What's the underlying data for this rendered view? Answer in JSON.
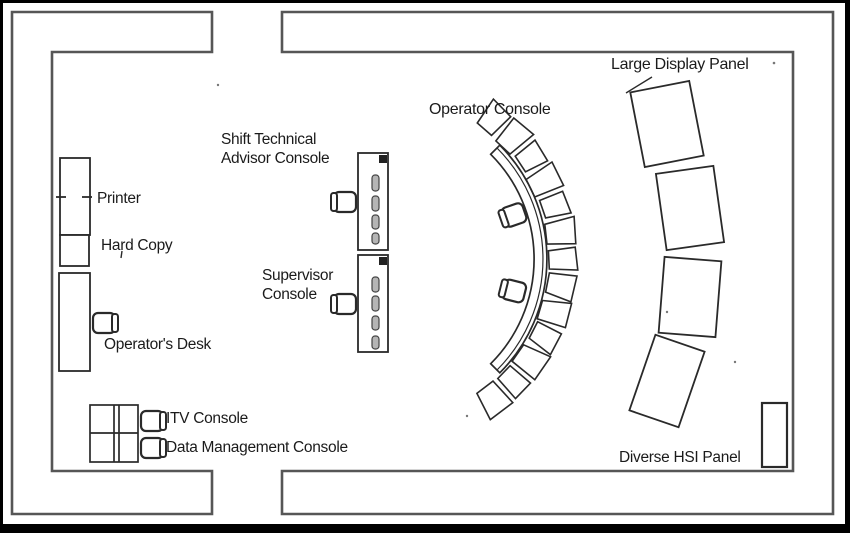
{
  "diagram": {
    "title": "Control room layout floor plan",
    "labels": {
      "printer": "Printer",
      "hard_copy": "Hard Copy",
      "operators_desk": "Operator's Desk",
      "itv_console": "ITV Console",
      "data_management_console": "Data Management Console",
      "shift_technical_advisor_line1": "Shift Technical",
      "shift_technical_advisor_line2": "Advisor Console",
      "supervisor_line1": "Supervisor",
      "supervisor_line2": "Console",
      "operator_console": "Operator Console",
      "large_display_panel": "Large Display Panel",
      "diverse_hsi_panel": "Diverse HSI Panel"
    },
    "colors": {
      "background": "#ffffff",
      "frame": "#000000",
      "wall": "#565656",
      "line": "#2a2a2a",
      "text": "#1b1b1b",
      "panel_fill": "#ffffff",
      "dash_fill": "#b5b5b5"
    }
  }
}
